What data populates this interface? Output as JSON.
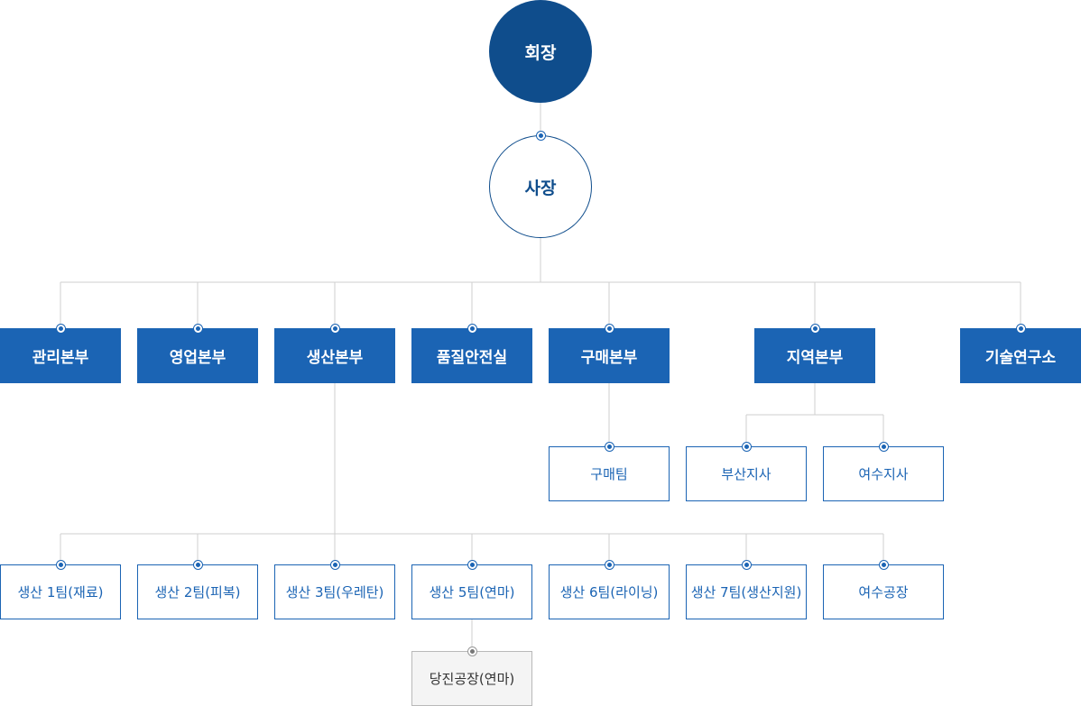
{
  "top": {
    "chairman": "회장",
    "president": "사장"
  },
  "departments": {
    "admin": "관리본부",
    "sales": "영업본부",
    "production": "생산본부",
    "quality": "품질안전실",
    "purchasing": "구매본부",
    "regional": "지역본부",
    "rnd": "기술연구소"
  },
  "purchasing_sub": {
    "team": "구매팀"
  },
  "regional_sub": {
    "busan": "부산지사",
    "yeosu": "여수지사"
  },
  "production_sub": {
    "team1": "생산 1팀(재료)",
    "team2": "생산 2팀(피복)",
    "team3": "생산 3팀(우레탄)",
    "team5": "생산 5팀(연마)",
    "team6": "생산 6팀(라이닝)",
    "team7": "생산 7팀(생산지원)",
    "yeosu_factory": "여수공장"
  },
  "team5_sub": {
    "dangjin_factory": "당진공장(연마)"
  },
  "colors": {
    "primary": "#1b64b4",
    "dark": "#0f4d8c",
    "line": "#cfcfcf",
    "grey_box": "#f4f4f4"
  }
}
